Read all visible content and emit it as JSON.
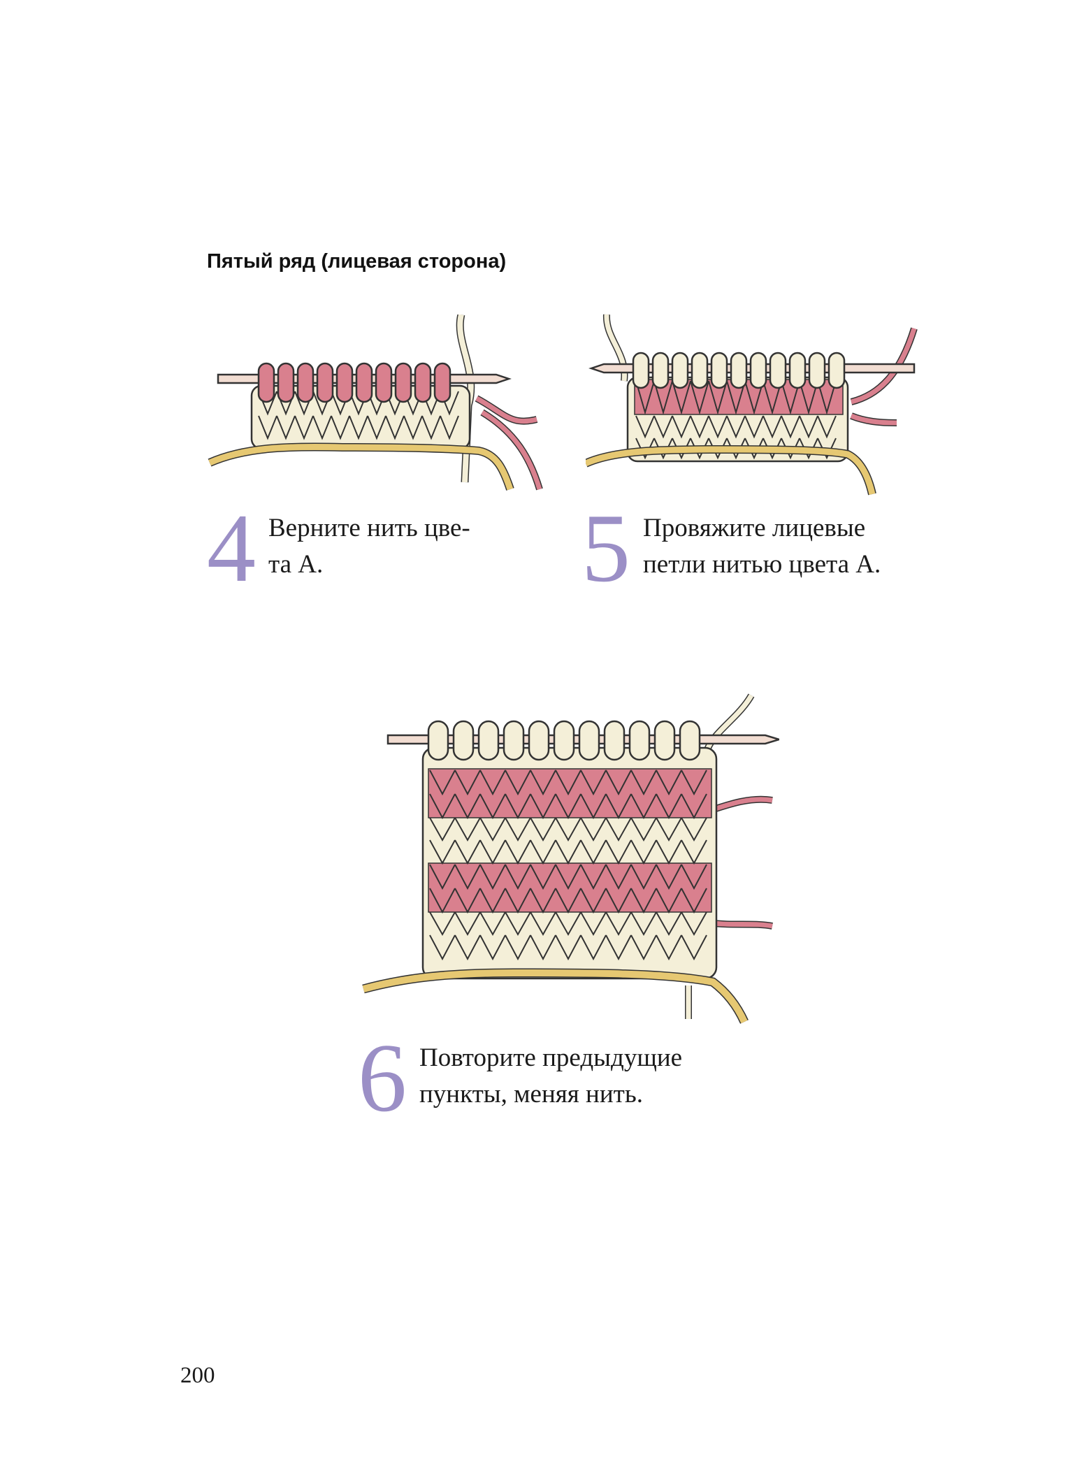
{
  "section_title": "Пятый ряд (лицевая сторона)",
  "colors": {
    "accent_number": "#9b8fc6",
    "yarn_pink": "#d9808e",
    "yarn_cream": "#f4efd8",
    "yarn_gold": "#e6c872",
    "needle": "#f2ddd2"
  },
  "steps": [
    {
      "number": "4",
      "text": "Верните нить цве-\nта А."
    },
    {
      "number": "5",
      "text": "Провяжите лицевые\nпетли нитью цвета А."
    },
    {
      "number": "6",
      "text": "Повторите предыдущие\nпункты, меняя нить."
    }
  ],
  "page_number": "200"
}
